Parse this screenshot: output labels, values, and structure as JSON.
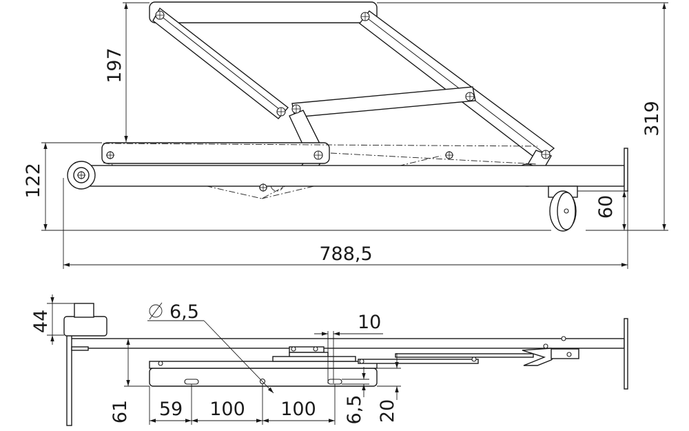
{
  "top_view": {
    "dim_height_upper": "197",
    "dim_height_total": "319",
    "dim_height_base": "122",
    "dim_wheel": "60",
    "dim_length": "788,5"
  },
  "bottom_view": {
    "dim_bracket": "44",
    "dim_hole": "6,5",
    "dim_slot_gap": "10",
    "dim_depth": "61",
    "dim_offset_1": "59",
    "dim_spacing_1": "100",
    "dim_spacing_2": "100",
    "dim_slot_width": "6,5",
    "dim_edge": "20"
  }
}
